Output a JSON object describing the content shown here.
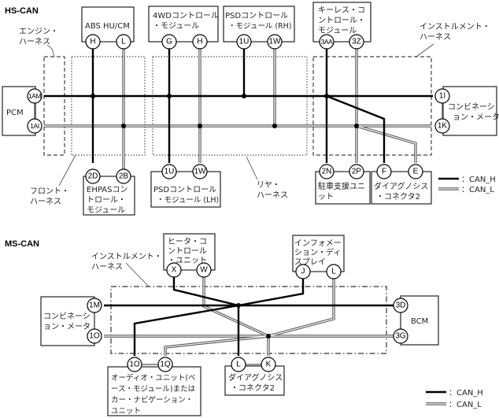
{
  "sections": {
    "hs_can": {
      "title": "HS-CAN",
      "modules": {
        "pcm": {
          "name": [
            "PCM"
          ],
          "pins": [
            "1AM",
            "1AI"
          ]
        },
        "abs": {
          "name": [
            "ABS HU/CM"
          ],
          "pins": [
            "H",
            "L"
          ]
        },
        "awd": {
          "name": [
            "4WDコントロール",
            "・モジュール"
          ],
          "pins": [
            "G",
            "H"
          ]
        },
        "psd_rh": {
          "name": [
            "PSDコントロール",
            "・モジュール (RH)"
          ],
          "pins": [
            "1U",
            "1W"
          ]
        },
        "keyless": {
          "name": [
            "キーレス・コ",
            "ントロール・",
            "モジュール"
          ],
          "pins": [
            "3AA",
            "3Z"
          ]
        },
        "combi": {
          "name": [
            "コンビネーシ",
            "ョン・メータ"
          ],
          "pins": [
            "1I",
            "1K"
          ]
        },
        "ehpas": {
          "name": [
            "EHPASコン",
            "トロール・",
            "モジュール"
          ],
          "pins": [
            "2D",
            "2B"
          ]
        },
        "psd_lh": {
          "name": [
            "PSDコントロール",
            "・モジュール (LH)"
          ],
          "pins": [
            "1U",
            "1W"
          ]
        },
        "parking": {
          "name": [
            "駐車支援ユニ",
            "ット"
          ],
          "pins": [
            "2N",
            "2P"
          ]
        },
        "dlc": {
          "name": [
            "ダイアグノシス",
            "・コネクタ2"
          ],
          "pins": [
            "F",
            "E"
          ]
        }
      },
      "harnesses": {
        "engine": [
          "エンジン・",
          "ハーネス"
        ],
        "front": [
          "フロント・",
          "ハーネス"
        ],
        "rear": [
          "リヤ・",
          "ハーネス"
        ],
        "instrument": [
          "インストルメント・",
          "ハーネス"
        ]
      },
      "legend": {
        "can_h": "：CAN_H",
        "can_l": "：CAN_L"
      }
    },
    "ms_can": {
      "title": "MS-CAN",
      "modules": {
        "heater": {
          "name": [
            "ヒータ・コ",
            "ントロール",
            "・ユニット"
          ],
          "pins": [
            "X",
            "W"
          ]
        },
        "info": {
          "name": [
            "インフォメー",
            "ション・ディ",
            "スプレイ"
          ],
          "pins": [
            "J",
            "L"
          ]
        },
        "combi": {
          "name": [
            "コンビネーシ",
            "ョン・メータ"
          ],
          "pins": [
            "1M",
            "1O"
          ]
        },
        "bcm": {
          "name": [
            "BCM"
          ],
          "pins": [
            "3D",
            "3G"
          ]
        },
        "audio": {
          "name": [
            "オーディオ・ユニット(ベ",
            "ース・モジュール)または",
            "カー・ナビゲーション・",
            "ユニット"
          ],
          "pins": [
            "1O",
            "1Q"
          ]
        },
        "dlc": {
          "name": [
            "ダイアグノシス",
            "・コネクタ2"
          ],
          "pins": [
            "L",
            "K"
          ]
        }
      },
      "harnesses": {
        "instrument": [
          "インストルメント・",
          "ハーネス"
        ]
      },
      "legend": {
        "can_h": "：CAN_H",
        "can_l": "：CAN_L"
      }
    }
  }
}
